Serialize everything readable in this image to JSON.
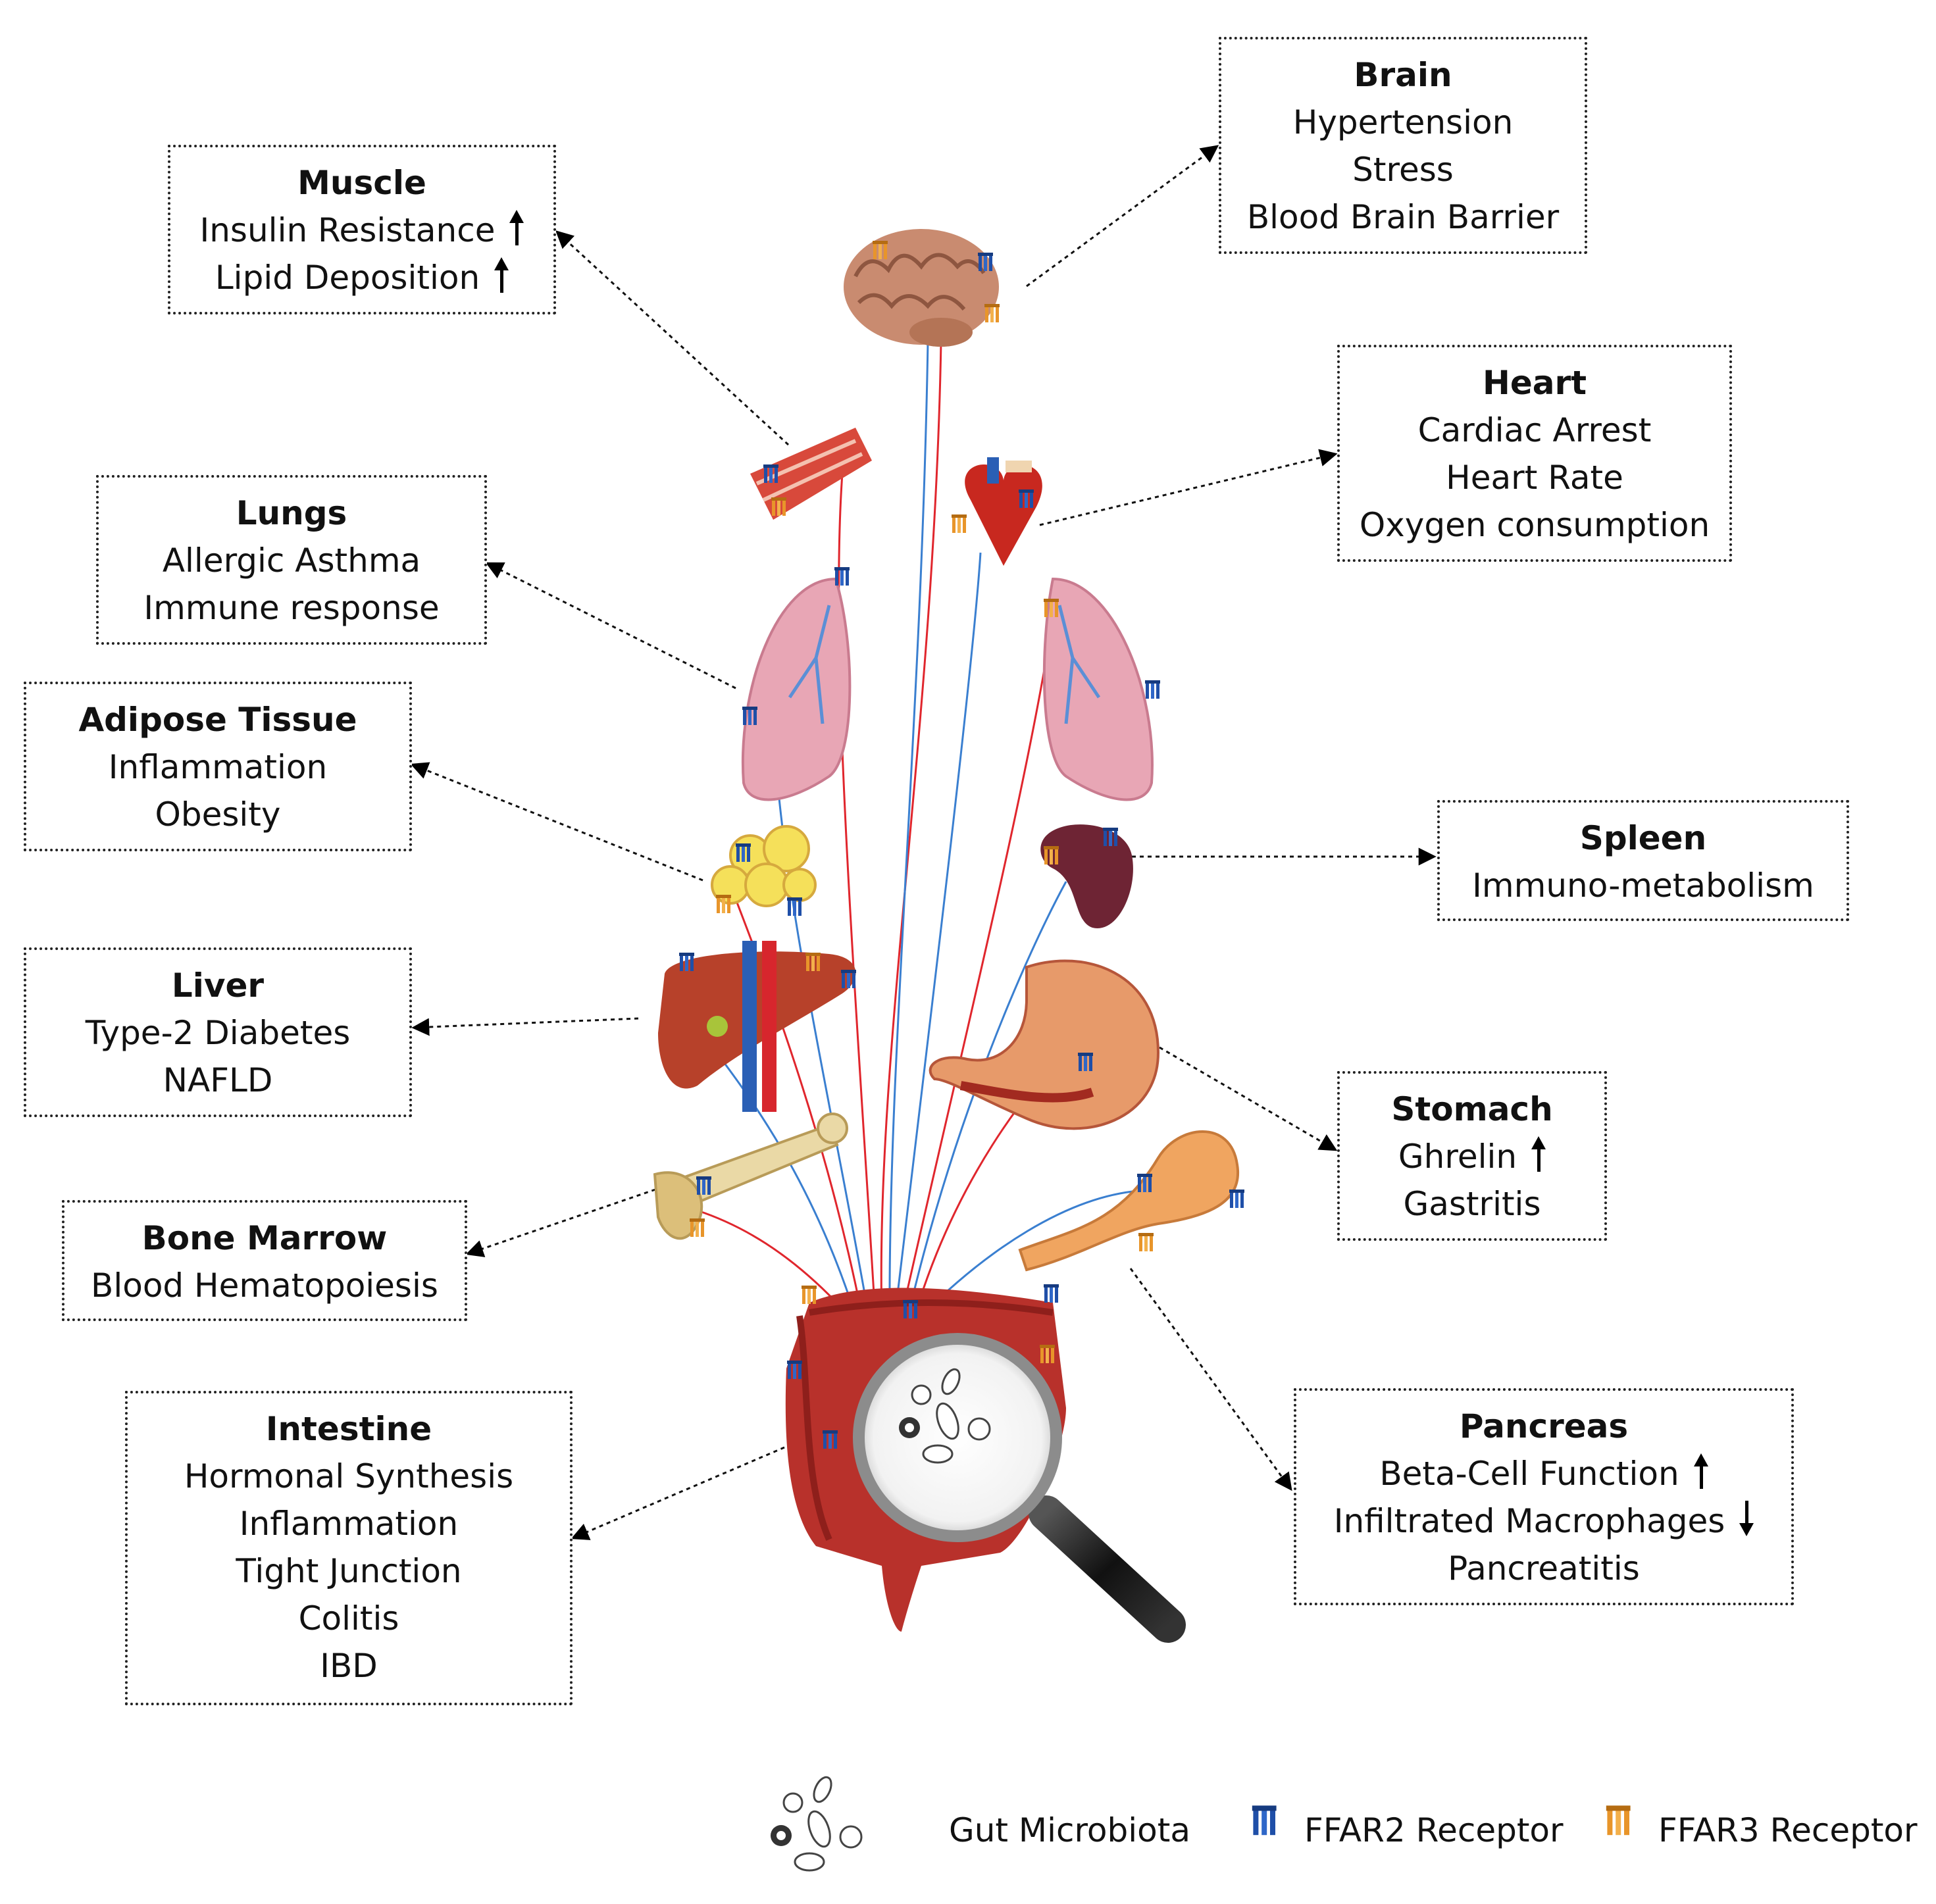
{
  "boxes": {
    "brain": {
      "title": "Brain",
      "items": [
        {
          "text": "Hypertension"
        },
        {
          "text": "Stress"
        },
        {
          "text": "Blood Brain Barrier"
        }
      ]
    },
    "muscle": {
      "title": "Muscle",
      "items": [
        {
          "text": "Insulin Resistance",
          "trend": "up"
        },
        {
          "text": "Lipid Deposition",
          "trend": "up"
        }
      ]
    },
    "heart": {
      "title": "Heart",
      "items": [
        {
          "text": "Cardiac Arrest"
        },
        {
          "text": "Heart Rate"
        },
        {
          "text": "Oxygen consumption"
        }
      ]
    },
    "lungs": {
      "title": "Lungs",
      "items": [
        {
          "text": "Allergic Asthma"
        },
        {
          "text": "Immune response"
        }
      ]
    },
    "adipose": {
      "title": "Adipose Tissue",
      "items": [
        {
          "text": "Inflammation"
        },
        {
          "text": "Obesity"
        }
      ]
    },
    "spleen": {
      "title": "Spleen",
      "items": [
        {
          "text": "Immuno-metabolism"
        }
      ]
    },
    "liver": {
      "title": "Liver",
      "items": [
        {
          "text": "Type-2 Diabetes"
        },
        {
          "text": "NAFLD"
        }
      ]
    },
    "stomach": {
      "title": "Stomach",
      "items": [
        {
          "text": "Ghrelin",
          "trend": "up"
        },
        {
          "text": "Gastritis"
        }
      ]
    },
    "bone_marrow": {
      "title": "Bone Marrow",
      "items": [
        {
          "text": "Blood Hematopoiesis"
        }
      ]
    },
    "intestine": {
      "title": "Intestine",
      "items": [
        {
          "text": "Hormonal Synthesis"
        },
        {
          "text": "Inflammation"
        },
        {
          "text": "Tight Junction"
        },
        {
          "text": "Colitis"
        },
        {
          "text": "IBD"
        }
      ]
    },
    "pancreas": {
      "title": "Pancreas",
      "items": [
        {
          "text": "Beta-Cell Function",
          "trend": "up"
        },
        {
          "text": "Infiltrated Macrophages",
          "trend": "down"
        },
        {
          "text": "Pancreatitis"
        }
      ]
    }
  },
  "legend": {
    "microbiota": "Gut Microbiota",
    "ffar2": "FFAR2 Receptor",
    "ffar3": "FFAR3 Receptor"
  },
  "colors": {
    "ffar2": "#1f4fa8",
    "ffar3": "#e8952a",
    "nerve_red": "#e0262d",
    "nerve_blue": "#3a7fd0"
  }
}
